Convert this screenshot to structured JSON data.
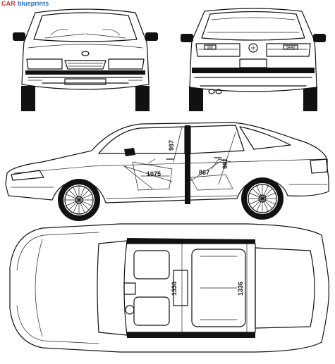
{
  "brand": {
    "car": "CAR",
    "blueprints": "blueprints"
  },
  "dimensions": {
    "side_1": "1075",
    "side_2": "997",
    "side_3": "867",
    "side_4": "961",
    "top_1": "1330",
    "top_2": "1336"
  },
  "badges": {
    "rear_left": "900",
    "rear_right": "SAAB"
  },
  "colors": {
    "brand_red": "#e1262d",
    "brand_blue": "#1f6fbf",
    "line": "#111111"
  }
}
